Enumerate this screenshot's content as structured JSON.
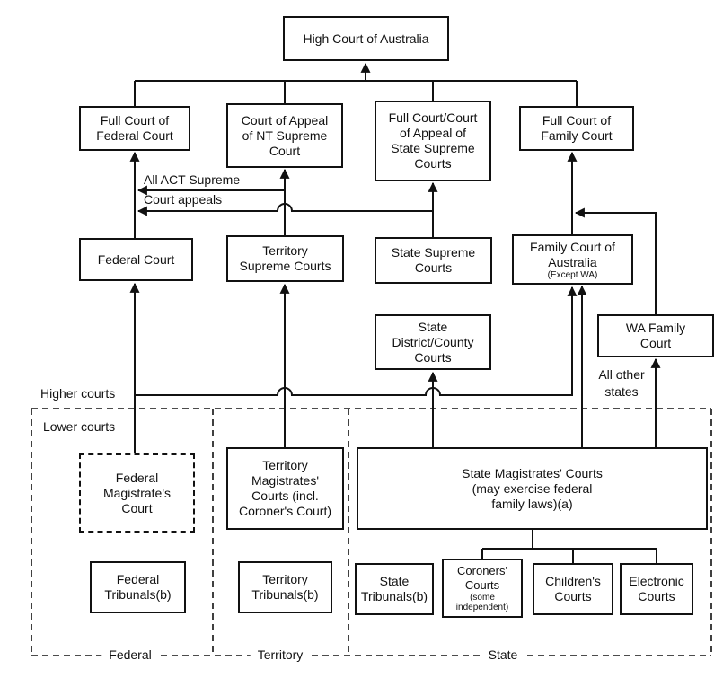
{
  "boxes": {
    "high_court": "High Court of Australia",
    "full_federal": "Full Court of\nFederal Court",
    "nt_appeal": "Court of Appeal\nof NT Supreme\nCourt",
    "state_appeal": "Full Court/Court\nof Appeal of\nState Supreme\nCourts",
    "full_family": "Full Court of\nFamily Court",
    "federal_court": "Federal Court",
    "territory_supreme": "Territory\nSupreme Courts",
    "state_supreme": "State Supreme\nCourts",
    "family_court": "Family Court of\nAustralia",
    "family_court_note": "(Except WA)",
    "wa_family": "WA Family\nCourt",
    "state_district": "State\nDistrict/County\nCourts",
    "federal_magistrates": "Federal\nMagistrate's\nCourt",
    "territory_magistrates": "Territory\nMagistrates'\nCourts (incl.\nCoroner's Court)",
    "state_magistrates": "State Magistrates' Courts\n(may exercise federal\nfamily laws)(a)",
    "federal_tribunals": "Federal\nTribunals(b)",
    "territory_tribunals": "Territory\nTribunals(b)",
    "state_tribunals": "State\nTribunals(b)",
    "coroners": "Coroners'\nCourts",
    "coroners_note": "(some\nindependent)",
    "childrens": "Children's\nCourts",
    "electronic": "Electronic\nCourts"
  },
  "labels": {
    "act_appeals": "All ACT Supreme\nCourt appeals",
    "higher_courts": "Higher courts",
    "lower_courts": "Lower courts",
    "all_other_states": "All other\nstates",
    "region_federal": "Federal",
    "region_territory": "Territory",
    "region_state": "State"
  },
  "colors": {
    "line": "#111111",
    "background": "#ffffff"
  }
}
